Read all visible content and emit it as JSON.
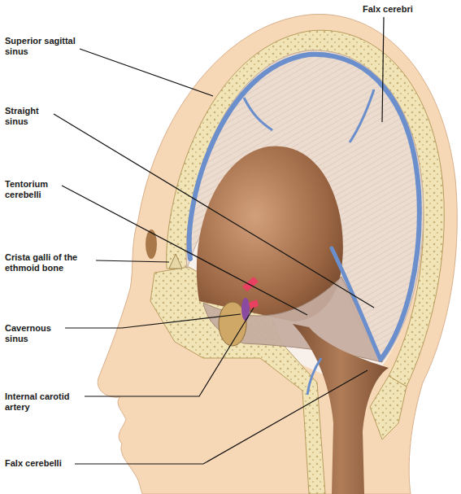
{
  "diagram": {
    "labels": [
      "Falx cerebri",
      "Superior sagittal sinus",
      "Straight sinus",
      "Tentorium cerebelli",
      "Crista galli of the ethmoid bone",
      "Cavernous sinus",
      "Internal carotid artery",
      "Falx cerebelli"
    ]
  }
}
